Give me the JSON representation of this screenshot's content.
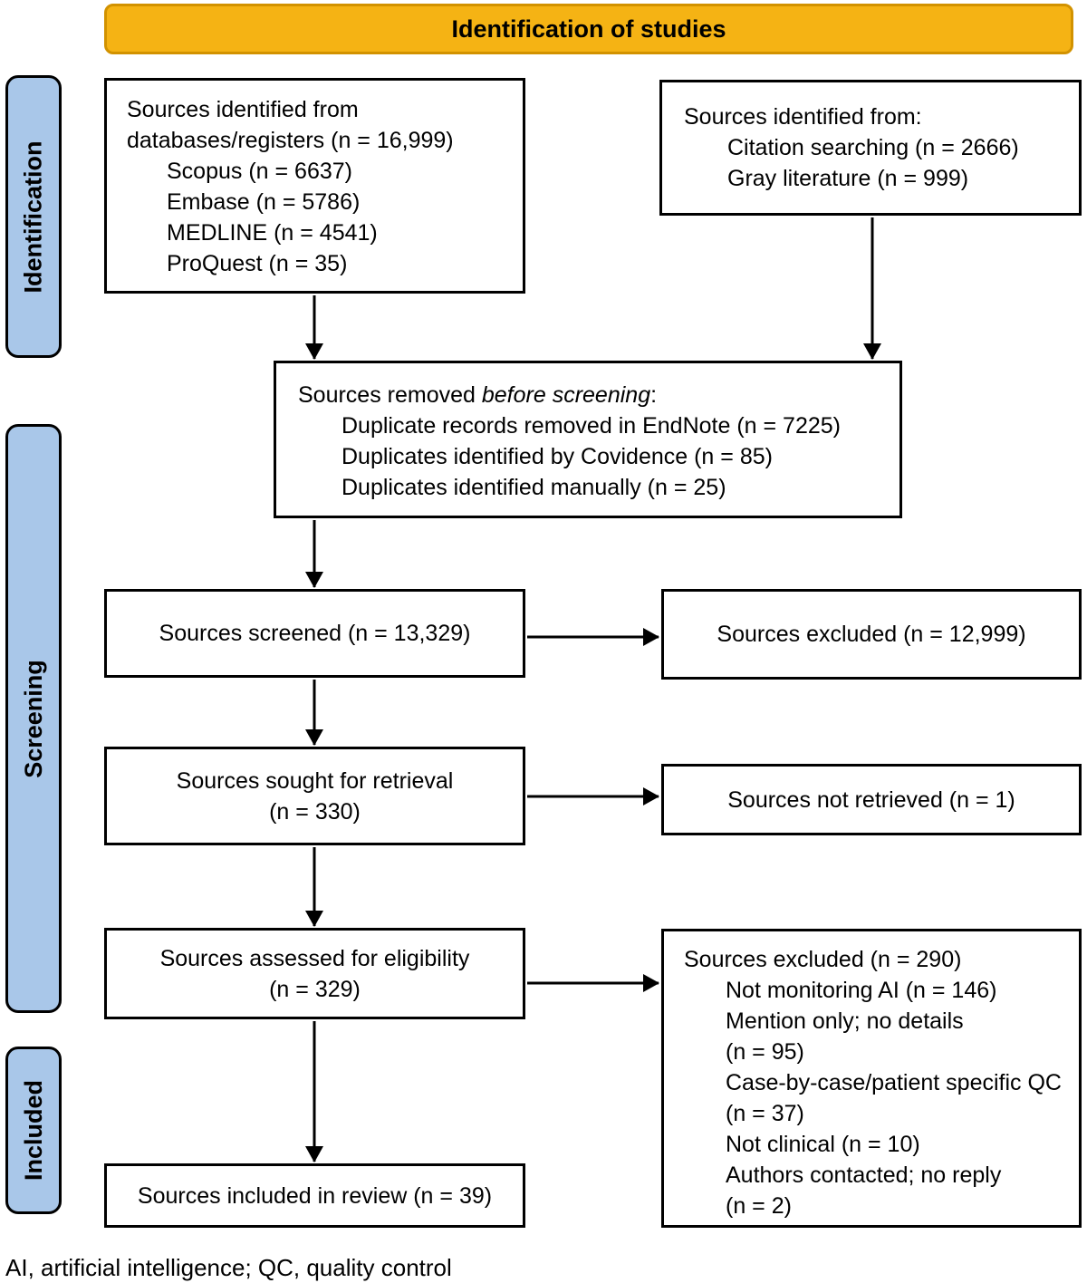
{
  "header": {
    "title": "Identification of studies"
  },
  "side_labels": {
    "identification": "Identification",
    "screening": "Screening",
    "included": "Included"
  },
  "boxes": {
    "databases": {
      "title": "Sources identified from\ndatabases/registers (n = 16,999)",
      "items": [
        "Scopus (n = 6637)",
        "Embase (n = 5786)",
        "MEDLINE (n = 4541)",
        "ProQuest (n = 35)"
      ]
    },
    "other_methods": {
      "title": "Sources identified from:",
      "items": [
        "Citation searching (n = 2666)",
        "Gray literature (n = 999)"
      ]
    },
    "removed_before_screening": {
      "title_prefix": "Sources removed ",
      "title_italic": "before screening",
      "title_suffix": ":",
      "items": [
        "Duplicate records removed in EndNote (n = 7225)",
        "Duplicates identified by Covidence (n = 85)",
        "Duplicates identified manually (n = 25)"
      ]
    },
    "screened": {
      "text": "Sources screened (n = 13,329)"
    },
    "excluded_screening": {
      "text": "Sources excluded (n = 12,999)"
    },
    "sought": {
      "text": "Sources sought for retrieval\n(n = 330)"
    },
    "not_retrieved": {
      "text": "Sources not retrieved (n = 1)"
    },
    "assessed": {
      "text": "Sources assessed for eligibility\n(n = 329)"
    },
    "excluded_eligibility": {
      "title": "Sources excluded (n = 290)",
      "items": [
        "Not monitoring AI (n = 146)",
        "Mention only; no details\n(n = 95)",
        "Case-by-case/patient specific QC\n(n = 37)",
        "Not clinical (n = 10)",
        "Authors contacted; no reply\n(n = 2)"
      ]
    },
    "included_review": {
      "text": "Sources included in review (n = 39)"
    }
  },
  "footer": {
    "abbreviations": "AI, artificial intelligence; QC, quality control"
  },
  "colors": {
    "header_fill": "#F5B314",
    "header_border": "#D29200",
    "side_label_fill": "#A9C7E9",
    "box_border": "#000000",
    "text": "#000000"
  }
}
